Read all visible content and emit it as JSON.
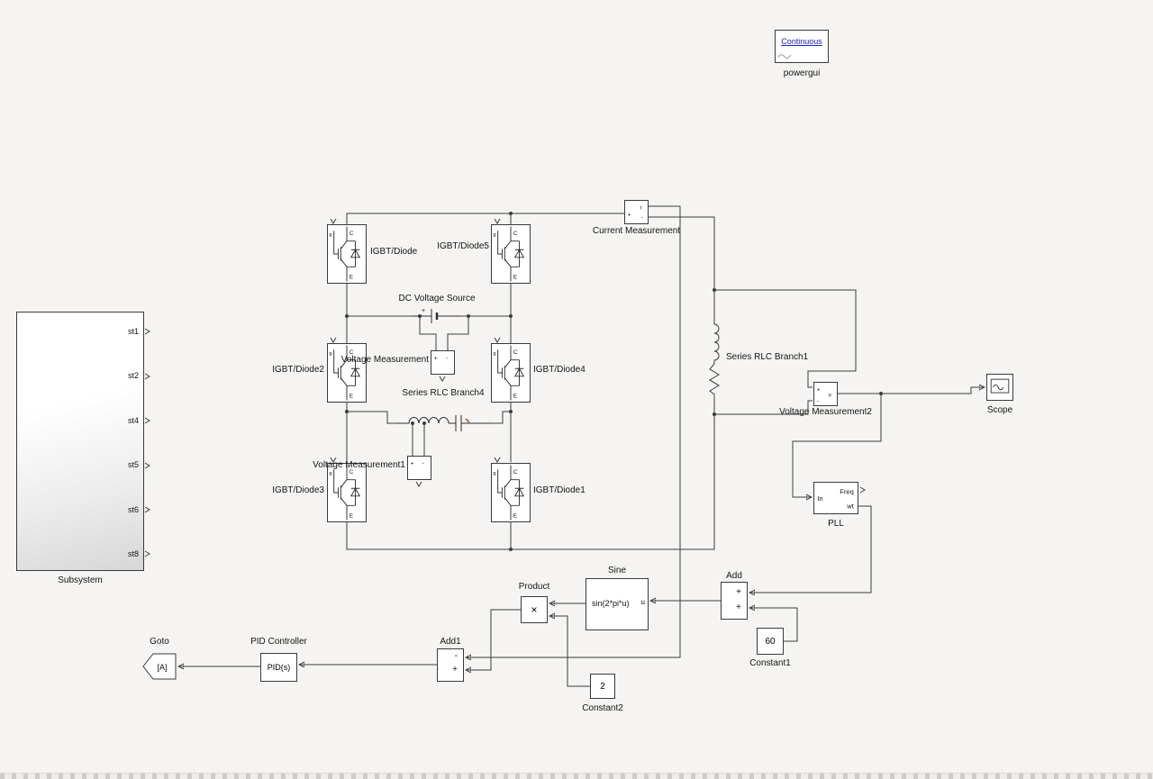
{
  "powergui": {
    "mode": "Continuous",
    "label": "powergui",
    "accent_color": "#2020c0"
  },
  "subsystem": {
    "label": "Subsystem",
    "ports": [
      "st1",
      "st2",
      "st4",
      "st5",
      "st6",
      "st8"
    ]
  },
  "igbt_port_labels": {
    "g": "g",
    "c": "C",
    "e": "E"
  },
  "igbts": [
    {
      "label": "IGBT/Diode"
    },
    {
      "label": "IGBT/Diode5"
    },
    {
      "label": "IGBT/Diode2"
    },
    {
      "label": "IGBT/Diode4"
    },
    {
      "label": "IGBT/Diode3"
    },
    {
      "label": "IGBT/Diode1"
    }
  ],
  "dc_source": {
    "label": "DC Voltage Source",
    "plus": "+"
  },
  "voltage_measurement": {
    "label": "Voltage Measurement",
    "plus": "+",
    "minus": "-"
  },
  "voltage_measurement1": {
    "label": "Voltage Measurement1",
    "plus": "+",
    "minus": "-"
  },
  "voltage_measurement2": {
    "label": "Voltage Measurement2",
    "plus": "+",
    "minus": "-",
    "out": "v"
  },
  "current_measurement": {
    "label": "Current Measurement",
    "signal": "i",
    "plus": "+",
    "minus": "-"
  },
  "rlc4": {
    "label": "Series RLC Branch4"
  },
  "rlc1": {
    "label": "Series RLC Branch1"
  },
  "scope": {
    "label": "Scope"
  },
  "pll": {
    "label": "PLL",
    "in": "In",
    "freq": "Freq",
    "wt": "wt"
  },
  "add": {
    "label": "Add",
    "sign1": "+",
    "sign2": "+"
  },
  "add1": {
    "label": "Add1",
    "sign1": "-",
    "sign2": "+"
  },
  "sine": {
    "label": "Sine",
    "expr": "sin(2*pi*u)",
    "in": "u"
  },
  "product": {
    "label": "Product",
    "op": "×"
  },
  "pid": {
    "label": "PID Controller",
    "text": "PID(s)"
  },
  "goto": {
    "label": "Goto",
    "tag": "[A]"
  },
  "constant1": {
    "label": "Constant1",
    "value": "60"
  },
  "constant2": {
    "label": "Constant2",
    "value": "2"
  }
}
